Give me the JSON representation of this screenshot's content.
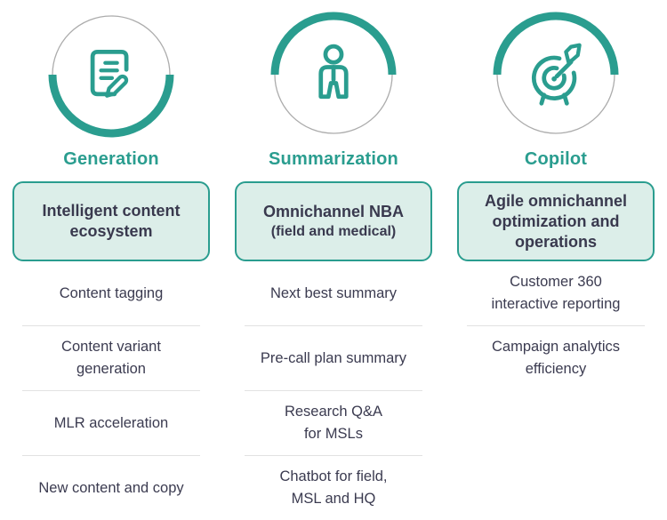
{
  "theme": {
    "accent_teal": "#2A9D8F",
    "box_fill": "#DCEEE9",
    "text_dark": "#3B3B50",
    "divider_gray": "#E2E2E2",
    "ring_gray": "#ACACAC"
  },
  "columns": [
    {
      "id": "generation",
      "icon": "document-pencil-icon",
      "ring_accent_half": "bottom",
      "title": "Generation",
      "box": {
        "title": "Intelligent content\necosystem",
        "subtitle": ""
      },
      "items": [
        "Content tagging",
        "Content variant\ngeneration",
        "MLR acceleration",
        "New content and copy"
      ]
    },
    {
      "id": "summarization",
      "icon": "person-icon",
      "ring_accent_half": "top",
      "title": "Summarization",
      "box": {
        "title": "Omnichannel NBA",
        "subtitle": "(field and medical)"
      },
      "items": [
        "Next best summary",
        "Pre-call plan summary",
        "Research Q&A\nfor MSLs",
        "Chatbot for field,\nMSL and HQ"
      ]
    },
    {
      "id": "copilot",
      "icon": "target-dart-icon",
      "ring_accent_half": "top",
      "title": "Copilot",
      "box": {
        "title": "Agile omnichannel\noptimization and\noperations",
        "subtitle": ""
      },
      "items": [
        "Customer 360\ninteractive reporting",
        "Campaign analytics\nefficiency"
      ]
    }
  ]
}
